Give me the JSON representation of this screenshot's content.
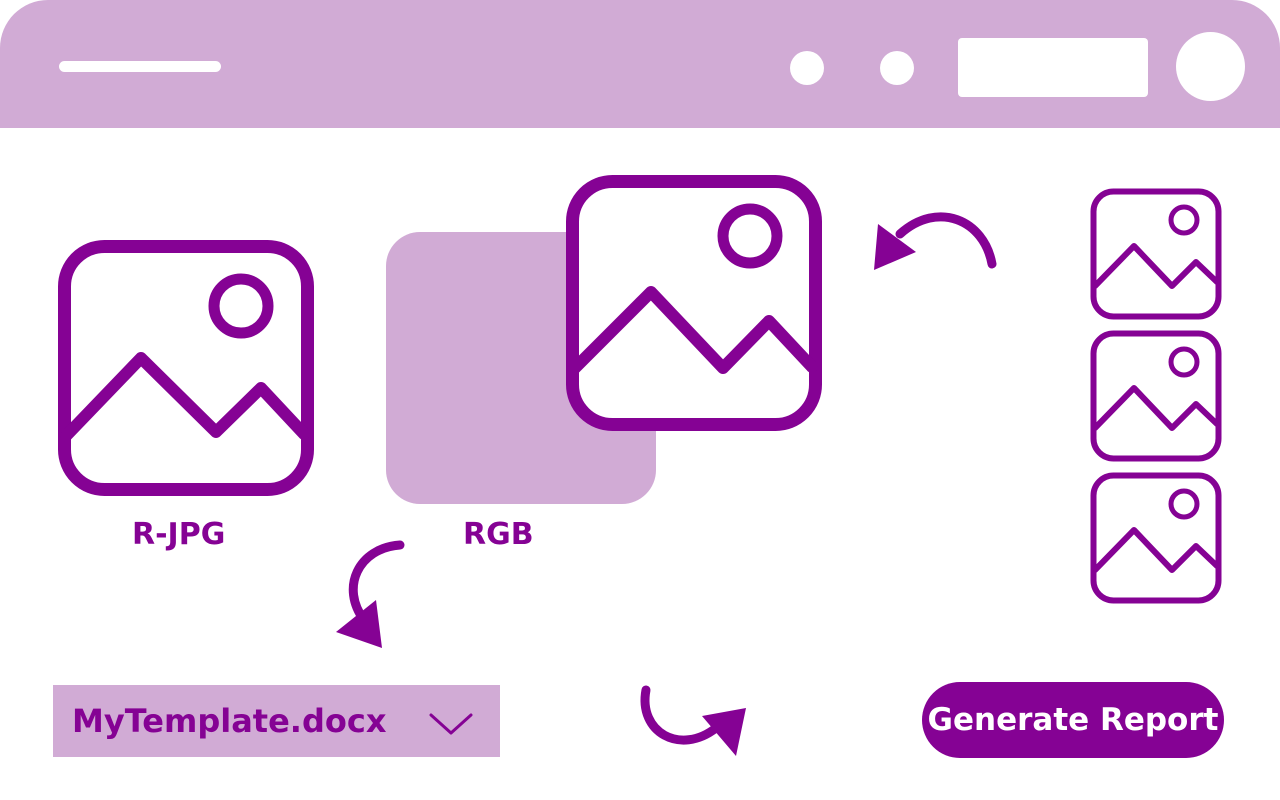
{
  "colors": {
    "accent": "#850294",
    "accent_light": "#d1abd5",
    "background": "#ffffff"
  },
  "topbar": {
    "icons": [
      "menu-line-icon",
      "dot-icon",
      "dot-icon",
      "search-field",
      "avatar"
    ]
  },
  "images": {
    "source": {
      "label": "R-JPG",
      "icon": "image-icon"
    },
    "converted": {
      "label": "RGB",
      "icon": "image-icon"
    },
    "stack": [
      {
        "icon": "image-icon"
      },
      {
        "icon": "image-icon"
      },
      {
        "icon": "image-icon"
      }
    ]
  },
  "arrows": [
    "curved-arrow-left-icon",
    "curved-arrow-down-icon",
    "curved-arrow-right-icon"
  ],
  "template_select": {
    "value": "MyTemplate.docx",
    "icon": "chevron-down-icon"
  },
  "generate_button": {
    "label": "Generate Report"
  }
}
